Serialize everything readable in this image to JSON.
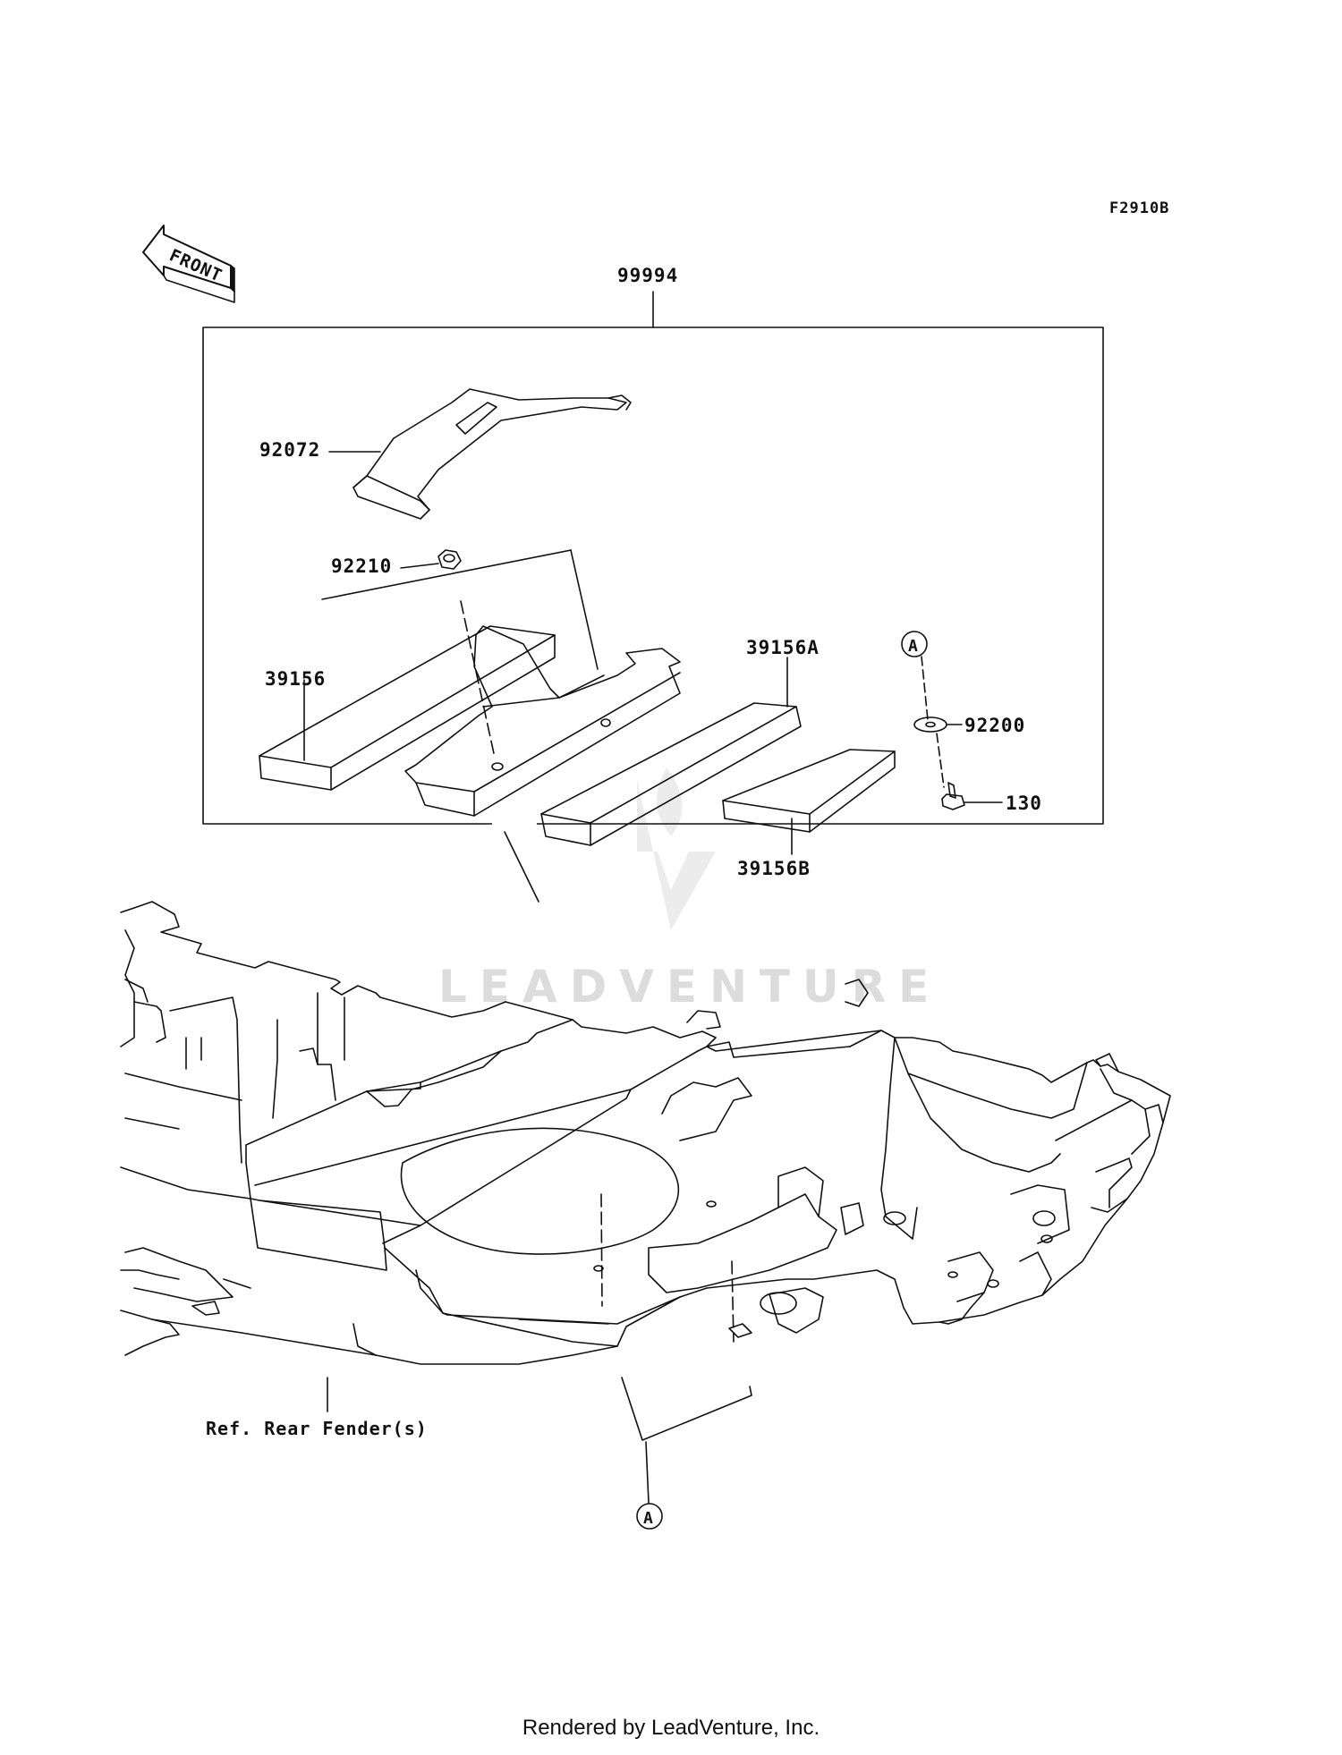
{
  "diagram_code": "F2910B",
  "front_label": "FRONT",
  "group_part": "99994",
  "parts": {
    "p92072": "92072",
    "p92210": "92210",
    "p39156": "39156",
    "p39156A": "39156A",
    "p39156B": "39156B",
    "p92200": "92200",
    "p130": "130"
  },
  "callout_a": "A",
  "ref_label": "Ref. Rear Fender(s)",
  "watermark": "LEADVENTURE",
  "footer": "Rendered by LeadVenture, Inc."
}
